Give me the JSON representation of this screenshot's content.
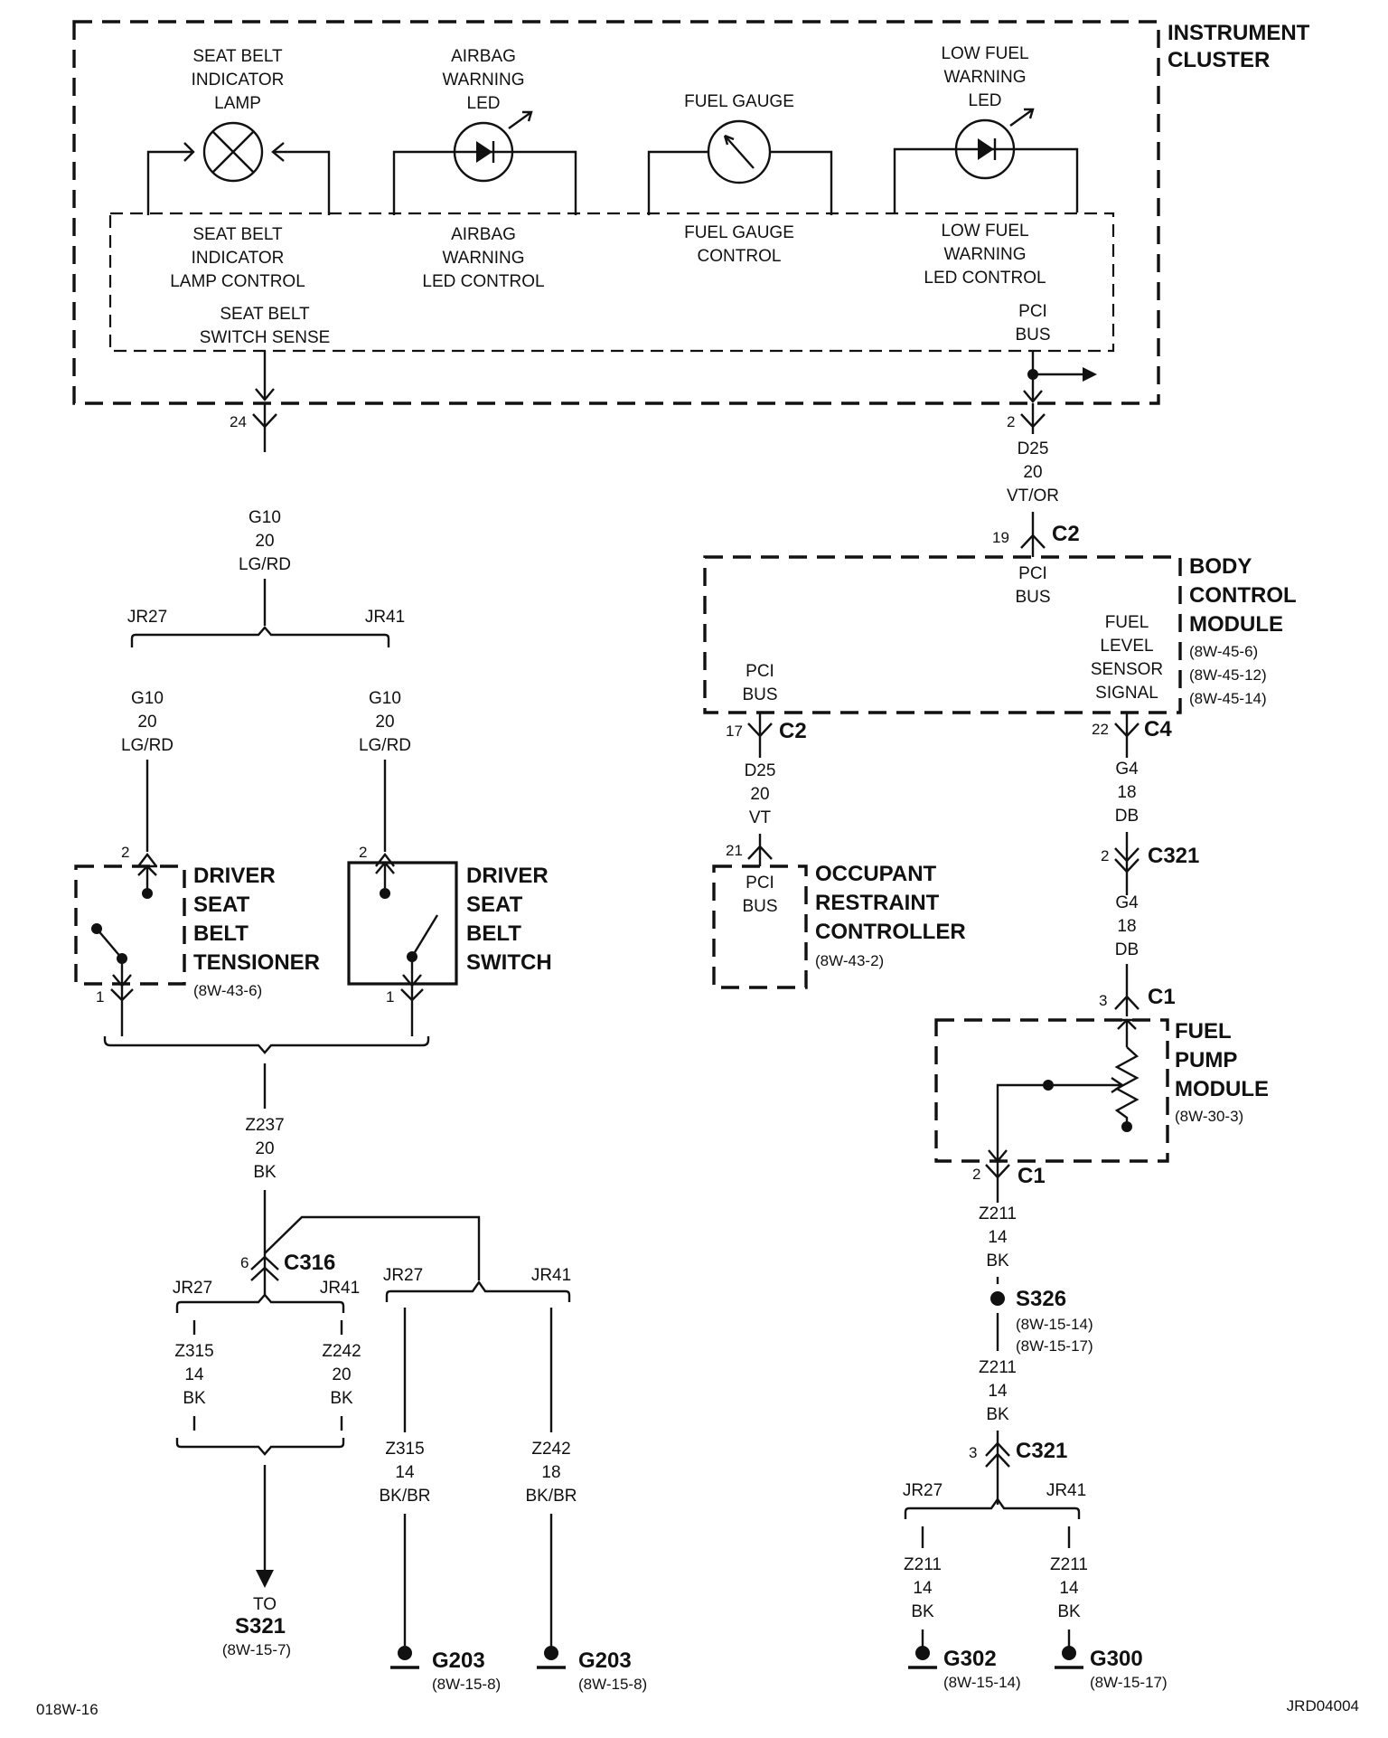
{
  "instrument_cluster": {
    "title": [
      "INSTRUMENT",
      "CLUSTER"
    ],
    "seat_belt_lamp": [
      "SEAT BELT",
      "INDICATOR",
      "LAMP"
    ],
    "airbag_led": [
      "AIRBAG",
      "WARNING",
      "LED"
    ],
    "fuel_gauge": [
      "FUEL GAUGE"
    ],
    "low_fuel_led": [
      "LOW FUEL",
      "WARNING",
      "LED"
    ],
    "seat_belt_lamp_control": [
      "SEAT BELT",
      "INDICATOR",
      "LAMP CONTROL"
    ],
    "airbag_led_control": [
      "AIRBAG",
      "WARNING",
      "LED CONTROL"
    ],
    "fuel_gauge_control": [
      "FUEL GAUGE",
      "CONTROL"
    ],
    "low_fuel_led_control": [
      "LOW FUEL",
      "WARNING",
      "LED CONTROL"
    ],
    "seat_belt_switch_sense": [
      "SEAT BELT",
      "SWITCH SENSE"
    ],
    "pci_bus": [
      "PCI",
      "BUS"
    ],
    "pin_left": "24",
    "pin_right": "2"
  },
  "wires": {
    "g10_main": [
      "G10",
      "20",
      "LG/RD"
    ],
    "g10_jr27": [
      "G10",
      "20",
      "LG/RD"
    ],
    "g10_jr41": [
      "G10",
      "20",
      "LG/RD"
    ],
    "d25_cluster": [
      "D25",
      "20",
      "VT/OR"
    ],
    "d25_orc": [
      "D25",
      "20",
      "VT"
    ],
    "g4_upper": [
      "G4",
      "18",
      "DB"
    ],
    "g4_lower": [
      "G4",
      "18",
      "DB"
    ],
    "z237": [
      "Z237",
      "20",
      "BK"
    ],
    "z315_a": [
      "Z315",
      "14",
      "BK"
    ],
    "z242_a": [
      "Z242",
      "20",
      "BK"
    ],
    "z315_b": [
      "Z315",
      "14",
      "BK/BR"
    ],
    "z242_b": [
      "Z242",
      "18",
      "BK/BR"
    ],
    "z211_a": [
      "Z211",
      "14",
      "BK"
    ],
    "z211_b": [
      "Z211",
      "14",
      "BK"
    ],
    "z211_c": [
      "Z211",
      "14",
      "BK"
    ],
    "z211_d": [
      "Z211",
      "14",
      "BK"
    ]
  },
  "variants": {
    "jr27": "JR27",
    "jr41": "JR41"
  },
  "body_control_module": {
    "title": [
      "BODY",
      "CONTROL",
      "MODULE"
    ],
    "refs": [
      "(8W-45-6)",
      "(8W-45-12)",
      "(8W-45-14)"
    ],
    "pci_bus_top": [
      "PCI",
      "BUS"
    ],
    "pci_bus_left": [
      "PCI",
      "BUS"
    ],
    "fuel_level_sensor": [
      "FUEL",
      "LEVEL",
      "SENSOR",
      "SIGNAL"
    ],
    "connector_top": {
      "pin": "19",
      "name": "C2"
    },
    "connector_left": {
      "pin": "17",
      "name": "C2"
    },
    "connector_right": {
      "pin": "22",
      "name": "C4"
    }
  },
  "occupant_restraint_controller": {
    "title": [
      "OCCUPANT",
      "RESTRAINT",
      "CONTROLLER"
    ],
    "ref": "(8W-43-2)",
    "pci_bus": [
      "PCI",
      "BUS"
    ],
    "pin": "21"
  },
  "driver_seat_belt_tensioner": {
    "title": [
      "DRIVER",
      "SEAT",
      "BELT",
      "TENSIONER"
    ],
    "ref": "(8W-43-6)",
    "pin_top": "2",
    "pin_bottom": "1"
  },
  "driver_seat_belt_switch": {
    "title": [
      "DRIVER",
      "SEAT",
      "BELT",
      "SWITCH"
    ],
    "pin_top": "2",
    "pin_bottom": "1"
  },
  "fuel_pump_module": {
    "title": [
      "FUEL",
      "PUMP",
      "MODULE"
    ],
    "ref": "(8W-30-3)",
    "connector_top": {
      "pin": "3",
      "name": "C1"
    },
    "connector_bottom": {
      "pin": "2",
      "name": "C1"
    }
  },
  "connectors": {
    "c321_upper": {
      "pin": "2",
      "name": "C321"
    },
    "c321_lower": {
      "pin": "3",
      "name": "C321"
    },
    "c316": {
      "pin": "6",
      "name": "C316"
    }
  },
  "splices": {
    "s326": {
      "name": "S326",
      "refs": [
        "(8W-15-14)",
        "(8W-15-17)"
      ]
    },
    "to_s321": {
      "to": "TO",
      "name": "S321",
      "ref": "(8W-15-7)"
    }
  },
  "grounds": {
    "g203_a": {
      "name": "G203",
      "ref": "(8W-15-8)"
    },
    "g203_b": {
      "name": "G203",
      "ref": "(8W-15-8)"
    },
    "g302": {
      "name": "G302",
      "ref": "(8W-15-14)"
    },
    "g300": {
      "name": "G300",
      "ref": "(8W-15-17)"
    }
  },
  "footer": {
    "left_code": "018W-16",
    "right_code": "JRD04004"
  }
}
